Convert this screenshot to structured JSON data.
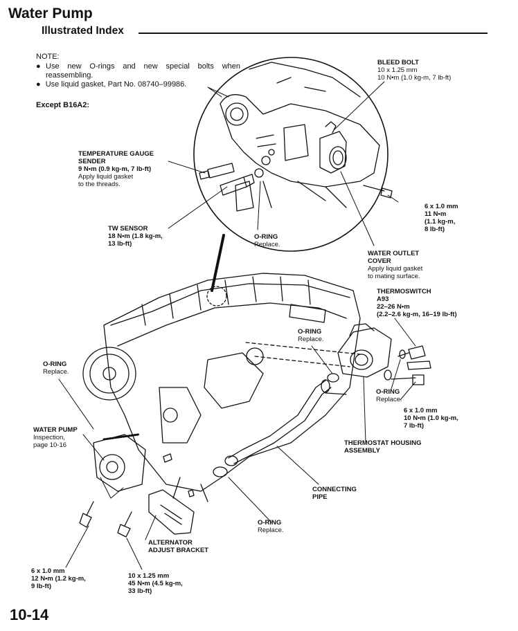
{
  "header": {
    "title": "Water Pump",
    "subtitle": "Illustrated Index"
  },
  "note": {
    "heading": "NOTE:",
    "bullets": [
      "Use new O-rings and new special bolts when reassembling.",
      "Use liquid gasket, Part No. 08740–99986."
    ],
    "variant": "Except B16A2:"
  },
  "labels": {
    "bleed_bolt": {
      "name": "BLEED BOLT",
      "l1": "10 x 1.25 mm",
      "l2": "10 N•m (1.0 kg-m, 7 lb-ft)"
    },
    "temp_sender": {
      "n1": "TEMPERATURE GAUGE",
      "n2": "SENDER",
      "l1": "9 N•m (0.9 kg-m, 7 lb-ft)",
      "l2": "Apply liquid gasket",
      "l3": "to the threads."
    },
    "bolt_6x1_right": {
      "l1": "6 x 1.0 mm",
      "l2": "11 N•m",
      "l3": "(1.1 kg-m,",
      "l4": "8 lb-ft)"
    },
    "tw_sensor": {
      "name": "TW SENSOR",
      "l1": "18 N•m (1.8 kg-m,",
      "l2": "13 lb-ft)"
    },
    "oring_circle": {
      "name": "O-RING",
      "l1": "Replace."
    },
    "water_outlet": {
      "n1": "WATER OUTLET",
      "n2": "COVER",
      "l1": "Apply liquid gasket",
      "l2": "to mating surface."
    },
    "thermoswitch": {
      "n1": "THERMOSWITCH",
      "n2": "A93",
      "l1": "22–26 N•m",
      "l2": "(2.2–2.6 kg-m, 16–19 lb-ft)"
    },
    "oring_mid": {
      "name": "O-RING",
      "l1": "Replace."
    },
    "oring_left": {
      "name": "O-RING",
      "l1": "Replace."
    },
    "oring_right": {
      "name": "O-RING",
      "l1": "Replace."
    },
    "bolt_6x1_thermo": {
      "l1": "6 x 1.0 mm",
      "l2": "10 N•m (1.0 kg-m,",
      "l3": "7 lb-ft)"
    },
    "water_pump": {
      "name": "WATER PUMP",
      "l1": "Inspection,",
      "l2": "page 10-16"
    },
    "thermostat_housing": {
      "n1": "THERMOSTAT HOUSING",
      "n2": "ASSEMBLY"
    },
    "connecting_pipe": {
      "n1": "CONNECTING",
      "n2": "PIPE"
    },
    "oring_bottom": {
      "name": "O-RING",
      "l1": "Replace."
    },
    "alt_bracket": {
      "n1": "ALTERNATOR",
      "n2": "ADJUST BRACKET"
    },
    "bolt_6x1_bottom": {
      "l1": "6 x 1.0 mm",
      "l2": "12 N•m (1.2 kg-m,",
      "l3": "9 lb-ft)"
    },
    "bolt_10x125_bottom": {
      "l1": "10 x 1.25 mm",
      "l2": "45 N•m (4.5 kg-m,",
      "l3": "33 lb-ft)"
    }
  },
  "page_number": "10-14"
}
